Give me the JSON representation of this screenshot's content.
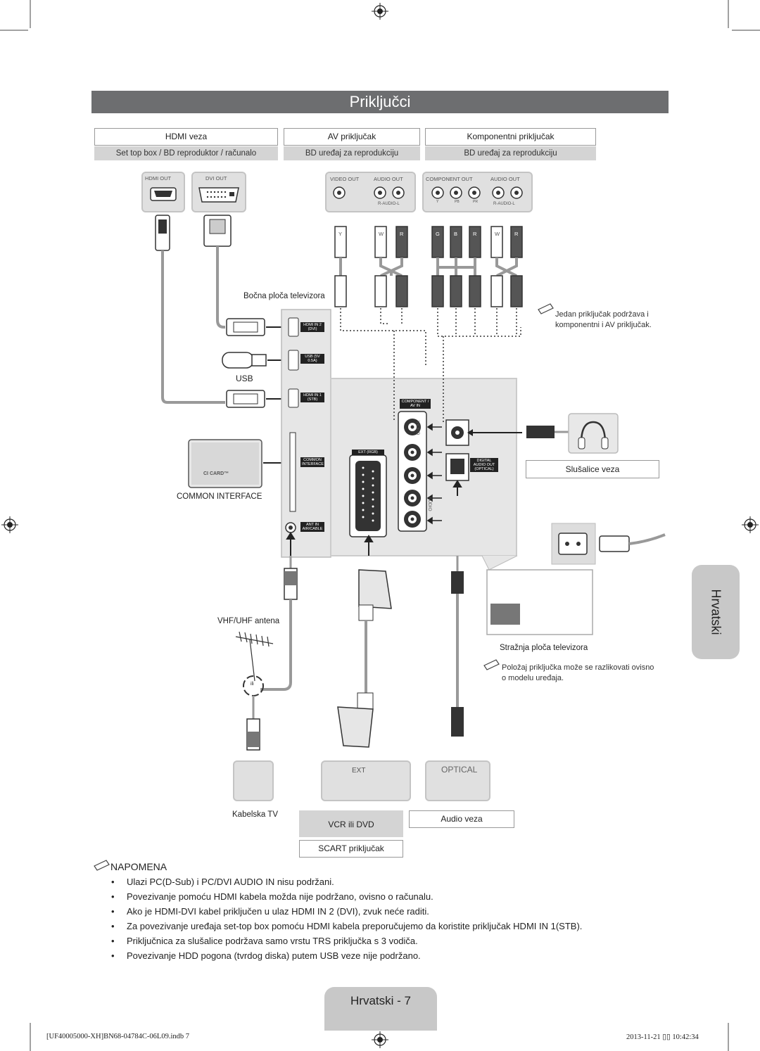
{
  "title": "Priključci",
  "headers": {
    "hdmi": "HDMI veza",
    "av": "AV priključak",
    "component": "Komponentni priključak"
  },
  "subheaders": {
    "hdmi": "Set top box / BD reproduktor / računalo",
    "av": "BD uređaj za reprodukciju",
    "component": "BD uređaj za reprodukciju"
  },
  "source_ports": {
    "hdmi_out": "HDMI OUT",
    "dvi_out": "DVI OUT",
    "video_out": "VIDEO OUT",
    "audio_out": "AUDIO OUT",
    "component_out": "COMPONENT OUT",
    "audio_out2": "AUDIO OUT",
    "r_audio_l": "R-AUDIO-L",
    "r_audio_l2": "R-AUDIO-L",
    "y": "Y",
    "pb": "PB",
    "pr": "PR"
  },
  "plug_letters": {
    "av": [
      "Y",
      "W",
      "R"
    ],
    "component": [
      "G",
      "B",
      "R",
      "W",
      "R"
    ]
  },
  "side_panel_label": "Bočna ploča televizora",
  "tv_ports": {
    "hdmi_in2": "HDMI IN 2 (DVI)",
    "usb": "USB (5V 0.5A)",
    "hdmi_in1": "HDMI IN 1 (STB)",
    "common_interface": "COMMON INTERFACE",
    "ant_in": "ANT IN AIR/CABLE",
    "component_av_in": "COMPONENT / AV IN",
    "ext_rgb": "EXT (RGB)",
    "digital_audio_out": "DIGITAL AUDIO OUT (OPTICAL)",
    "video": "VIDEO",
    "audio": "AUDIO"
  },
  "labels": {
    "usb": "USB",
    "common_interface": "COMMON INTERFACE",
    "ci_card": "CI CARD™",
    "headphones": "Slušalice veza",
    "antenna": "VHF/UHF antena",
    "rear_panel": "Stražnja ploča televizora",
    "cable_tv": "Kabelska TV",
    "vcr_dvd": "VCR ili DVD",
    "scart": "SCART priključak",
    "audio_link": "Audio veza",
    "ext": "EXT",
    "optical": "OPTICAL",
    "ili": "ili"
  },
  "notes": {
    "component_av": [
      "Jedan priključak podržava i",
      "komponentni i AV priključak."
    ],
    "position": [
      "Položaj priključka može se razlikovati ovisno",
      "o modelu uređaja."
    ]
  },
  "napomena_title": "NAPOMENA",
  "bullets": [
    "Ulazi PC(D-Sub) i PC/DVI AUDIO IN nisu podržani.",
    "Povezivanje pomoću HDMI kabela možda nije podržano, ovisno o računalu.",
    "Ako je HDMI-DVI kabel priključen u ulaz HDMI IN 2 (DVI), zvuk neće raditi.",
    "Za povezivanje uređaja set-top box pomoću HDMI kabela preporučujemo da koristite priključak HDMI IN 1(STB).",
    "Priključnica za slušalice podržava samo vrstu TRS priključka s 3 vodiča.",
    "Povezivanje HDD pogona (tvrdog diska) putem USB veze nije podržano."
  ],
  "side_tab": "Hrvatski",
  "page_tab": "Hrvatski - 7",
  "footer": {
    "left": "[UF40005000-XH]BN68-04784C-06L09.indb   7",
    "right": "2013-11-21   ▯▯ 10:42:34"
  }
}
